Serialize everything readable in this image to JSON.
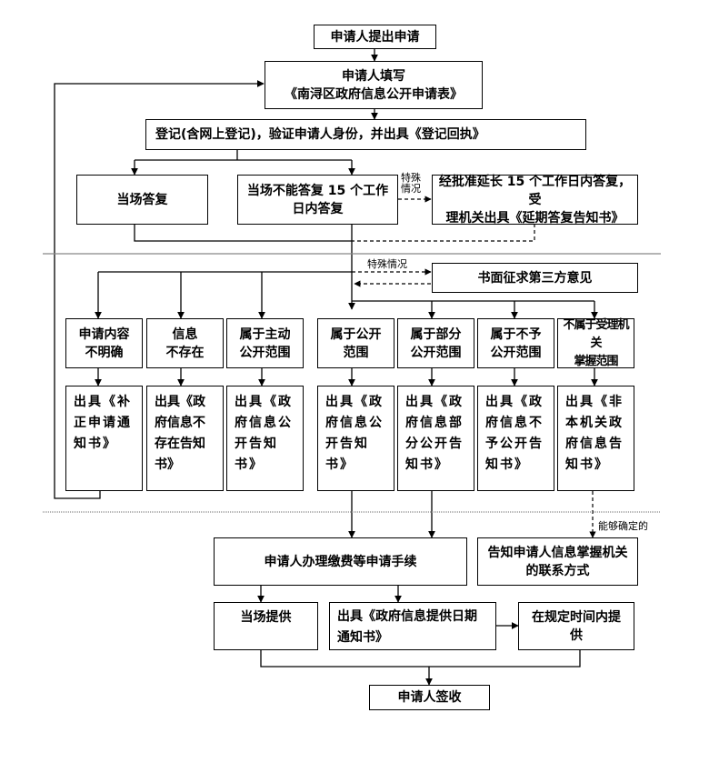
{
  "diagram": {
    "title": "南浔区政府信息公开申请流程",
    "nodes": {
      "submit": "申请人提出申请",
      "fill_form": "申请人填写\n《南浔区政府信息公开申请表》",
      "register": "登记(含网上登记)，验证申请人身份，并出具《登记回执》",
      "reply_on_spot": "当场答复",
      "reply_15_days": "当场不能答复 15 个工作\n日内答复",
      "extend_15_days": "经批准延长 15 个工作日内答复，受\n理机关出具《延期答复告知书》",
      "third_party": "书面征求第三方意见",
      "cat_unclear": "申请内容\n不明确",
      "cat_not_exist": "信息\n不存在",
      "cat_proactive": "属于主动\n公开范围",
      "cat_public": "属于公开\n范围",
      "cat_partial": "属于部分\n公开范围",
      "cat_not_public": "属于不予\n公开范围",
      "cat_not_in_scope": "不属于受理机关\n掌握范围",
      "out_correction": "出具《补正申请通知书》",
      "out_not_exist": "出具《政府信息不存在告知书》",
      "out_proactive": "出具《政府信息公开告知书》",
      "out_public": "出具《政府信息公开告知书》",
      "out_partial": "出具《政府信息部分公开告知书》",
      "out_not_public": "出具《政府信息不予公开告知书》",
      "out_not_in_scope": "出具《非本机关政府信息告知书》",
      "pay_fees": "申请人办理缴费等申请手续",
      "inform_holder": "告知申请人信息掌握机关\n的联系方式",
      "provide_on_spot": "当场提供",
      "provide_date_notice": "出具《政府信息提供日期通知书》",
      "provide_in_time": "在规定时间内提\n供",
      "sign_receipt": "申请人签收"
    },
    "edge_labels": {
      "special_case_1": "特殊\n情况",
      "special_case_2": "特殊情况",
      "determinable": "能够确定的"
    }
  }
}
